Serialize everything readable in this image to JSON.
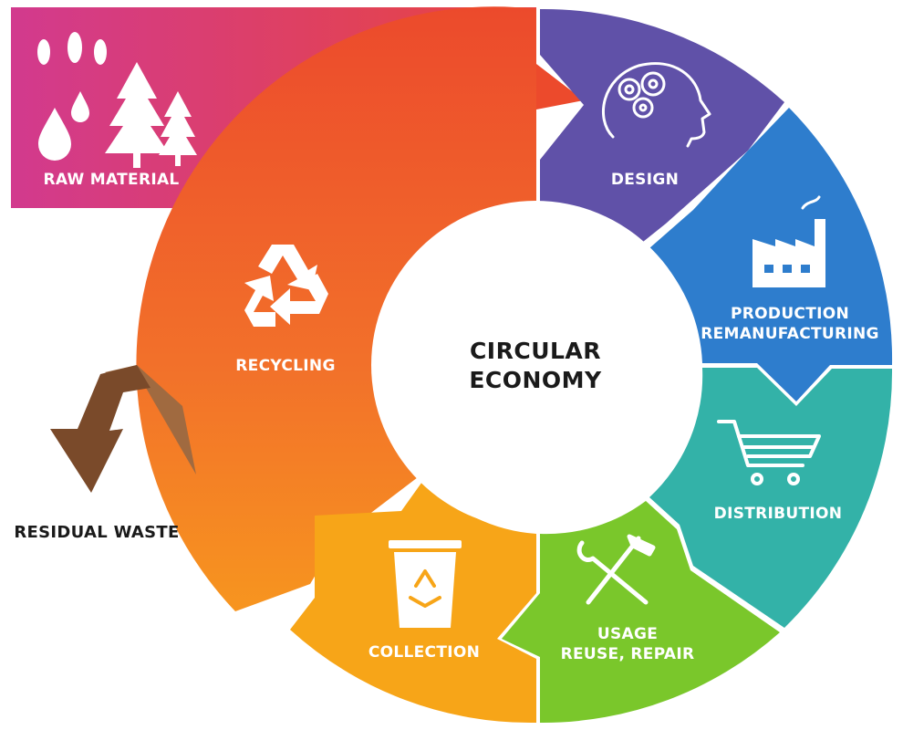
{
  "diagram": {
    "center": {
      "line1": "CIRCULAR",
      "line2": "ECONOMY"
    },
    "stages": [
      {
        "id": "raw_material",
        "label": "RAW MATERIAL",
        "color": "#d43580",
        "icon": "plants-trees-water-icon"
      },
      {
        "id": "design",
        "label": "DESIGN",
        "color": "#6051a8",
        "icon": "brain-gears-icon"
      },
      {
        "id": "production",
        "label1": "PRODUCTION",
        "label2": "REMANUFACTURING",
        "color": "#2e7dcd",
        "icon": "factory-icon"
      },
      {
        "id": "distribution",
        "label": "DISTRIBUTION",
        "color": "#33b2a8",
        "icon": "shopping-cart-icon"
      },
      {
        "id": "usage",
        "label1": "USAGE",
        "label2": "REUSE, REPAIR",
        "color": "#7ac72b",
        "icon": "wrench-hammer-icon"
      },
      {
        "id": "collection",
        "label": "COLLECTION",
        "color": "#f7a518",
        "icon": "recycle-bin-icon"
      },
      {
        "id": "recycling",
        "label": "RECYCLING",
        "color": "#f0632a",
        "icon": "recycle-icon"
      }
    ],
    "residual": {
      "label": "RESIDUAL WASTE",
      "color": "#8a5533",
      "icon": "downward-arrow-icon"
    }
  }
}
